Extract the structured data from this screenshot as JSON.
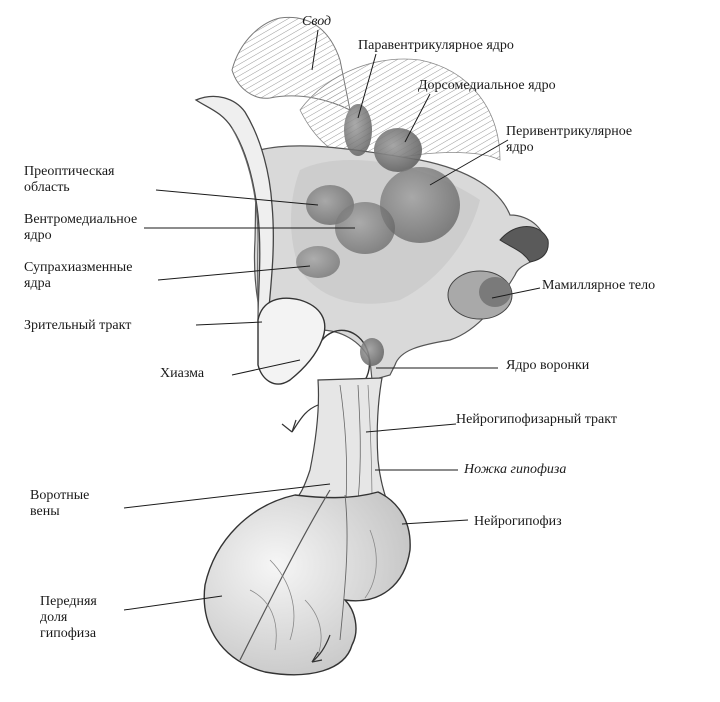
{
  "colors": {
    "ink": "#1a1a1a",
    "tissue_light": "#e9e9e9",
    "tissue_mid": "#b8b8b8",
    "tissue_dark": "#6e6e6e",
    "nucleus": "#8a8a8a",
    "nucleus_dark": "#5a5a5a"
  },
  "labels": {
    "svod": "Свод",
    "paraventricular": "Паравентрикулярное ядро",
    "dorsomedial": "Дорсомедиальное ядро",
    "periventricular_1": "Перивентрикулярное",
    "periventricular_2": "ядро",
    "preoptic_1": "Преоптическая",
    "preoptic_2": "область",
    "ventromedial_1": "Вентромедиальное",
    "ventromedial_2": "ядро",
    "suprachiasmatic_1": "Супрахиазменные",
    "suprachiasmatic_2": "ядра",
    "mammillary": "Мамиллярное тело",
    "optic_tract": "Зрительный  тракт",
    "chiasm": "Хиазма",
    "infundibular": "Ядро воронки",
    "neurohypophyseal_tract": "Нейрогипофизарный тракт",
    "pituitary_stalk": "Ножка гипофиза",
    "portal_veins_1": "Воротные",
    "portal_veins_2": "вены",
    "neurohypophysis": "Нейрогипофиз",
    "anterior_lobe_1": "Передняя",
    "anterior_lobe_2": "доля",
    "anterior_lobe_3": "гипофиза"
  }
}
